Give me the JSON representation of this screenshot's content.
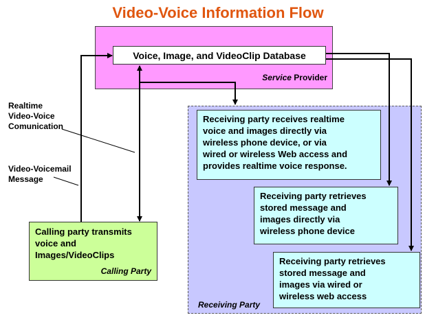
{
  "title": "Video-Voice Information Flow",
  "service_provider": {
    "database_label": "Voice, Image, and VideoClip Database",
    "caption_italic": "Service",
    "caption_rest": " Provider"
  },
  "calling_party": {
    "text_lines": [
      "Calling party transmits",
      "voice and",
      "Images/VideoClips"
    ],
    "caption": "Calling Party"
  },
  "receiving_party": {
    "caption": "Receiving Party",
    "boxes": [
      {
        "lines": [
          "Receiving party receives realtime",
          "voice and images directly via",
          "wireless phone device, or via",
          "wired or wireless Web access and",
          "provides realtime voice response."
        ]
      },
      {
        "lines": [
          "Receiving party retrieves",
          "stored message and",
          "images directly via",
          "wireless phone device"
        ]
      },
      {
        "lines": [
          "Receiving party retrieves",
          "stored message and",
          "images via wired or",
          "wireless web access"
        ]
      }
    ]
  },
  "labels": {
    "realtime": [
      "Realtime",
      "Video-Voice",
      "Comunication"
    ],
    "voicemail": [
      "Video-Voicemail",
      "Message"
    ]
  },
  "colors": {
    "title": "#e0560f",
    "provider_fill": "#ff99ff",
    "receiving_fill": "#c8c8ff",
    "message_box_fill": "#ccffff",
    "calling_fill": "#ccff99"
  }
}
